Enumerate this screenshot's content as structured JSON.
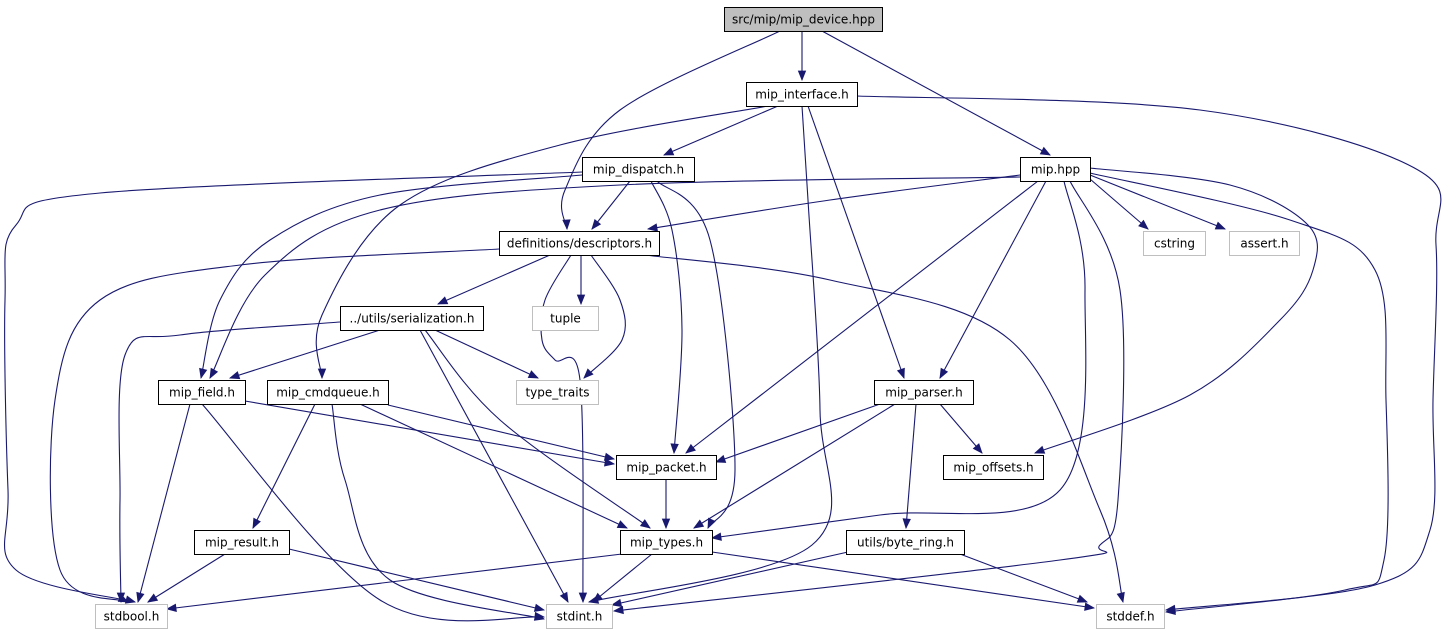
{
  "diagram": {
    "colors": {
      "edge": "#191970",
      "root_fill": "#bfbfbf",
      "node_border": "#000000",
      "external_border": "#bfbfbf",
      "text": "#000000"
    },
    "nodes": [
      {
        "id": "mip_device",
        "label": "src/mip/mip_device.hpp",
        "kind": "root"
      },
      {
        "id": "mip_interface",
        "label": "mip_interface.h",
        "kind": "local"
      },
      {
        "id": "mip_dispatch",
        "label": "mip_dispatch.h",
        "kind": "local"
      },
      {
        "id": "mip_hpp",
        "label": "mip.hpp",
        "kind": "local"
      },
      {
        "id": "descriptors",
        "label": "definitions/descriptors.h",
        "kind": "local"
      },
      {
        "id": "cstring",
        "label": "cstring",
        "kind": "external"
      },
      {
        "id": "assert",
        "label": "assert.h",
        "kind": "external"
      },
      {
        "id": "serialization",
        "label": "../utils/serialization.h",
        "kind": "local"
      },
      {
        "id": "tuple",
        "label": "tuple",
        "kind": "external"
      },
      {
        "id": "mip_field",
        "label": "mip_field.h",
        "kind": "local"
      },
      {
        "id": "mip_cmdqueue",
        "label": "mip_cmdqueue.h",
        "kind": "local"
      },
      {
        "id": "type_traits",
        "label": "type_traits",
        "kind": "external"
      },
      {
        "id": "mip_parser",
        "label": "mip_parser.h",
        "kind": "local"
      },
      {
        "id": "mip_packet",
        "label": "mip_packet.h",
        "kind": "local"
      },
      {
        "id": "mip_offsets",
        "label": "mip_offsets.h",
        "kind": "local"
      },
      {
        "id": "mip_result",
        "label": "mip_result.h",
        "kind": "local"
      },
      {
        "id": "mip_types",
        "label": "mip_types.h",
        "kind": "local"
      },
      {
        "id": "byte_ring",
        "label": "utils/byte_ring.h",
        "kind": "local"
      },
      {
        "id": "stdbool",
        "label": "stdbool.h",
        "kind": "external"
      },
      {
        "id": "stdint",
        "label": "stdint.h",
        "kind": "external"
      },
      {
        "id": "stddef",
        "label": "stddef.h",
        "kind": "external"
      }
    ],
    "edges": [
      [
        "mip_device",
        "mip_interface"
      ],
      [
        "mip_device",
        "descriptors"
      ],
      [
        "mip_device",
        "mip_hpp"
      ],
      [
        "mip_interface",
        "mip_dispatch"
      ],
      [
        "mip_interface",
        "mip_cmdqueue"
      ],
      [
        "mip_interface",
        "stdint"
      ],
      [
        "mip_interface",
        "mip_parser"
      ],
      [
        "mip_interface",
        "stddef"
      ],
      [
        "mip_dispatch",
        "stdbool"
      ],
      [
        "mip_dispatch",
        "mip_field"
      ],
      [
        "mip_dispatch",
        "descriptors"
      ],
      [
        "mip_dispatch",
        "mip_packet"
      ],
      [
        "mip_dispatch",
        "mip_types"
      ],
      [
        "mip_hpp",
        "descriptors"
      ],
      [
        "mip_hpp",
        "cstring"
      ],
      [
        "mip_hpp",
        "assert"
      ],
      [
        "mip_hpp",
        "mip_field"
      ],
      [
        "mip_hpp",
        "mip_packet"
      ],
      [
        "mip_hpp",
        "mip_parser"
      ],
      [
        "mip_hpp",
        "mip_offsets"
      ],
      [
        "mip_hpp",
        "mip_types"
      ],
      [
        "mip_hpp",
        "stdint"
      ],
      [
        "mip_hpp",
        "stddef"
      ],
      [
        "descriptors",
        "stdbool"
      ],
      [
        "descriptors",
        "serialization"
      ],
      [
        "descriptors",
        "tuple"
      ],
      [
        "descriptors",
        "type_traits"
      ],
      [
        "descriptors",
        "stdint"
      ],
      [
        "descriptors",
        "stddef"
      ],
      [
        "serialization",
        "stdbool"
      ],
      [
        "serialization",
        "mip_field"
      ],
      [
        "serialization",
        "type_traits"
      ],
      [
        "serialization",
        "stdint"
      ],
      [
        "serialization",
        "mip_types"
      ],
      [
        "mip_field",
        "mip_packet"
      ],
      [
        "mip_field",
        "stdbool"
      ],
      [
        "mip_field",
        "stdint"
      ],
      [
        "mip_cmdqueue",
        "mip_packet"
      ],
      [
        "mip_cmdqueue",
        "mip_result"
      ],
      [
        "mip_cmdqueue",
        "stdint"
      ],
      [
        "mip_cmdqueue",
        "mip_types"
      ],
      [
        "mip_parser",
        "mip_packet"
      ],
      [
        "mip_parser",
        "mip_offsets"
      ],
      [
        "mip_parser",
        "mip_types"
      ],
      [
        "mip_parser",
        "byte_ring"
      ],
      [
        "mip_packet",
        "mip_types"
      ],
      [
        "mip_result",
        "stdbool"
      ],
      [
        "mip_result",
        "stdint"
      ],
      [
        "mip_types",
        "stdbool"
      ],
      [
        "mip_types",
        "stdint"
      ],
      [
        "mip_types",
        "stddef"
      ],
      [
        "byte_ring",
        "stdint"
      ],
      [
        "byte_ring",
        "stddef"
      ]
    ]
  }
}
